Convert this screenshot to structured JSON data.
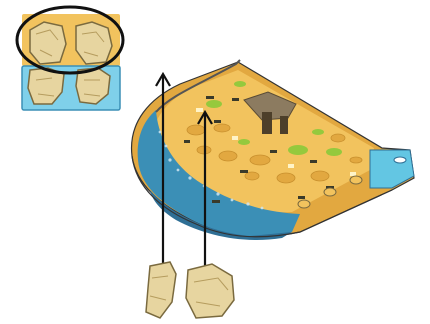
{
  "colors": {
    "background": "#ffffff",
    "sand": "#f2c35e",
    "sand_dark": "#e2a840",
    "sand_shadow": "#c8902e",
    "water": "#3b8fb6",
    "water_dark": "#2f6f95",
    "cyan_panel": "#63c6e3",
    "sky_panel": "#7fd0ea",
    "tile_stone": "#e7d5a0",
    "tile_stroke": "#7a6a3f",
    "green_patch": "#95c93d",
    "outline": "#222222"
  },
  "legend": {
    "tiles": [
      "stone-tile-top-left",
      "stone-tile-top-right",
      "stone-tile-bottom-left",
      "stone-tile-bottom-right"
    ],
    "highlight": "oval"
  },
  "icons": {
    "arrows": [
      "up-arrow",
      "up-arrow"
    ],
    "loose_tiles": [
      "stone-tile",
      "stone-tile"
    ]
  }
}
